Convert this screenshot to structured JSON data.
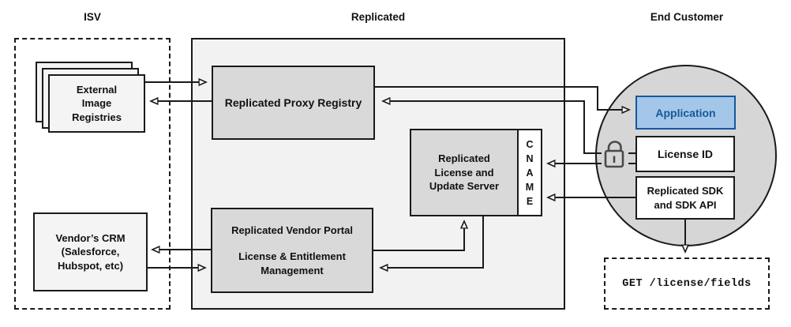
{
  "diagram_title": "Replicated architecture diagram",
  "sections": {
    "isv": {
      "label": "ISV"
    },
    "replicated": {
      "label": "Replicated"
    },
    "end_customer": {
      "label": "End Customer"
    }
  },
  "nodes": {
    "external_image_registries": {
      "label": "External\nImage\nRegistries"
    },
    "vendors_crm": {
      "label": "Vendor’s CRM\n(Salesforce,\nHubspot, etc)"
    },
    "proxy_registry": {
      "label": "Replicated Proxy Registry"
    },
    "vendor_portal": {
      "title": "Replicated Vendor Portal",
      "subtitle": "License & Entitlement\nManagement"
    },
    "license_update_server": {
      "label": "Replicated\nLicense and\nUpdate Server"
    },
    "cname": {
      "label": "C\nN\nA\nM\nE"
    },
    "application": {
      "label": "Application"
    },
    "license_id": {
      "label": "License ID"
    },
    "replicated_sdk": {
      "label": "Replicated SDK\nand SDK API"
    },
    "get_endpoint": {
      "label": "GET /license/fields"
    }
  },
  "icons": {
    "unlocked_padlock": "unlocked-padlock-icon"
  },
  "connections": [
    {
      "from": "external_image_registries",
      "to": "proxy_registry"
    },
    {
      "from": "proxy_registry",
      "to": "external_image_registries"
    },
    {
      "from": "proxy_registry",
      "to": "application"
    },
    {
      "from": "license_id",
      "to": "proxy_registry",
      "via": "unlocked-padlock"
    },
    {
      "from": "license_id",
      "to": "cname",
      "via": "unlocked-padlock"
    },
    {
      "from": "replicated_sdk",
      "to": "cname"
    },
    {
      "from": "vendor_portal",
      "to": "vendors_crm"
    },
    {
      "from": "vendors_crm",
      "to": "vendor_portal"
    },
    {
      "from": "vendor_portal",
      "to": "license_update_server"
    },
    {
      "from": "license_update_server",
      "to": "vendor_portal"
    },
    {
      "from": "replicated_sdk",
      "to": "get_endpoint"
    }
  ],
  "colors": {
    "line": "#1a1a1a",
    "container_fill": "#f2f2f2",
    "node_fill": "#d9d9d9",
    "light_node_fill": "#f4f4f4",
    "circle_fill": "#d6d6d6",
    "white": "#ffffff",
    "application_fill": "#a4c6e8",
    "application_border": "#15599c",
    "application_text": "#15599c",
    "lock_icon": "#4a4a4a"
  }
}
